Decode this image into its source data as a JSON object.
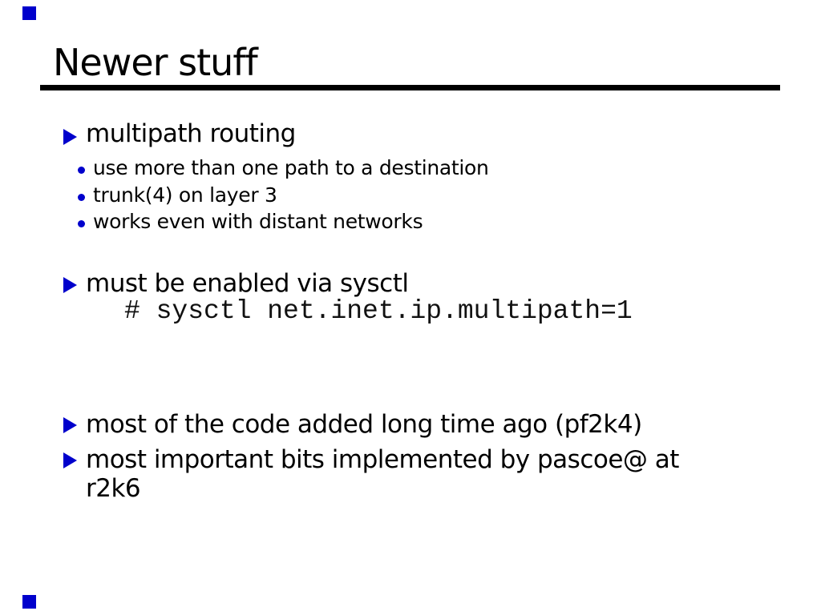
{
  "title": "Newer stuff",
  "colors": {
    "accent_blue": "#0000cc",
    "text": "#000000",
    "title_rule": "#000000",
    "background": "#ffffff"
  },
  "bullets": {
    "multipath": {
      "label": "multipath routing",
      "items": [
        "use more than one path to a destination",
        "trunk(4) on layer 3",
        "works even with distant networks"
      ]
    },
    "sysctl": {
      "label": "must be enabled via sysctl",
      "code": "# sysctl net.inet.ip.multipath=1"
    },
    "history1": {
      "label": "most of the code added long time ago (pf2k4)"
    },
    "history2": {
      "lines": [
        "most important bits implemented by pascoe@ at",
        "r2k6"
      ]
    }
  }
}
